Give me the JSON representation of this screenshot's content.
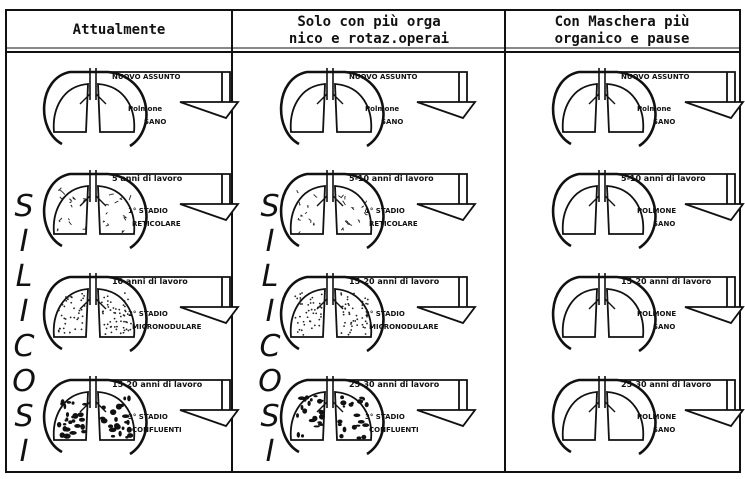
{
  "headers": [
    {
      "line1": "Attualmente",
      "line2": ""
    },
    {
      "line1": "Solo con più orga",
      "line2": "nico e rotaz.operai"
    },
    {
      "line1": "Con Maschera più",
      "line2": "organico e pause"
    }
  ],
  "side_word": "SILICOSI",
  "columns": [
    {
      "cells": [
        {
          "years": "NUOVO ASSUNTO",
          "result1": "Polmone",
          "result2": "SANO",
          "lung": "sano"
        },
        {
          "years": "5 anni di lavoro",
          "result1": "1° STADIO",
          "result2": "RETICOLARE",
          "lung": "reticolare"
        },
        {
          "years": "10 anni di lavoro",
          "result1": "2° STADIO",
          "result2": "MICRONODULARE",
          "lung": "micronodulare"
        },
        {
          "years": "15-20 anni di lavoro",
          "result1": "3° STADIO",
          "result2": "CONFLUENTI",
          "lung": "confluente"
        }
      ]
    },
    {
      "cells": [
        {
          "years": "NUOVO ASSUNTO",
          "result1": "Polmone",
          "result2": "SANO",
          "lung": "sano"
        },
        {
          "years": "5-10 anni di lavoro",
          "result1": "1° STADIO",
          "result2": "RETICOLARE",
          "lung": "reticolare"
        },
        {
          "years": "15-20 anni di lavoro",
          "result1": "2° STADIO",
          "result2": "MICRONODULARE",
          "lung": "micronodulare"
        },
        {
          "years": "25-30 anni di lavoro",
          "result1": "3° STADIO",
          "result2": "CONFLUENTI",
          "lung": "confluente"
        }
      ]
    },
    {
      "cells": [
        {
          "years": "NUOVO ASSUNTO",
          "result1": "Polmone",
          "result2": "SANO",
          "lung": "sano"
        },
        {
          "years": "5-10 anni di lavoro",
          "result1": "POLMONE",
          "result2": "SANO",
          "lung": "sano"
        },
        {
          "years": "15-20 anni di lavoro",
          "result1": "POLMONE",
          "result2": "SANO",
          "lung": "sano"
        },
        {
          "years": "25-30 anni di lavoro",
          "result1": "POLMONE",
          "result2": "SANO",
          "lung": "sano"
        }
      ]
    }
  ]
}
